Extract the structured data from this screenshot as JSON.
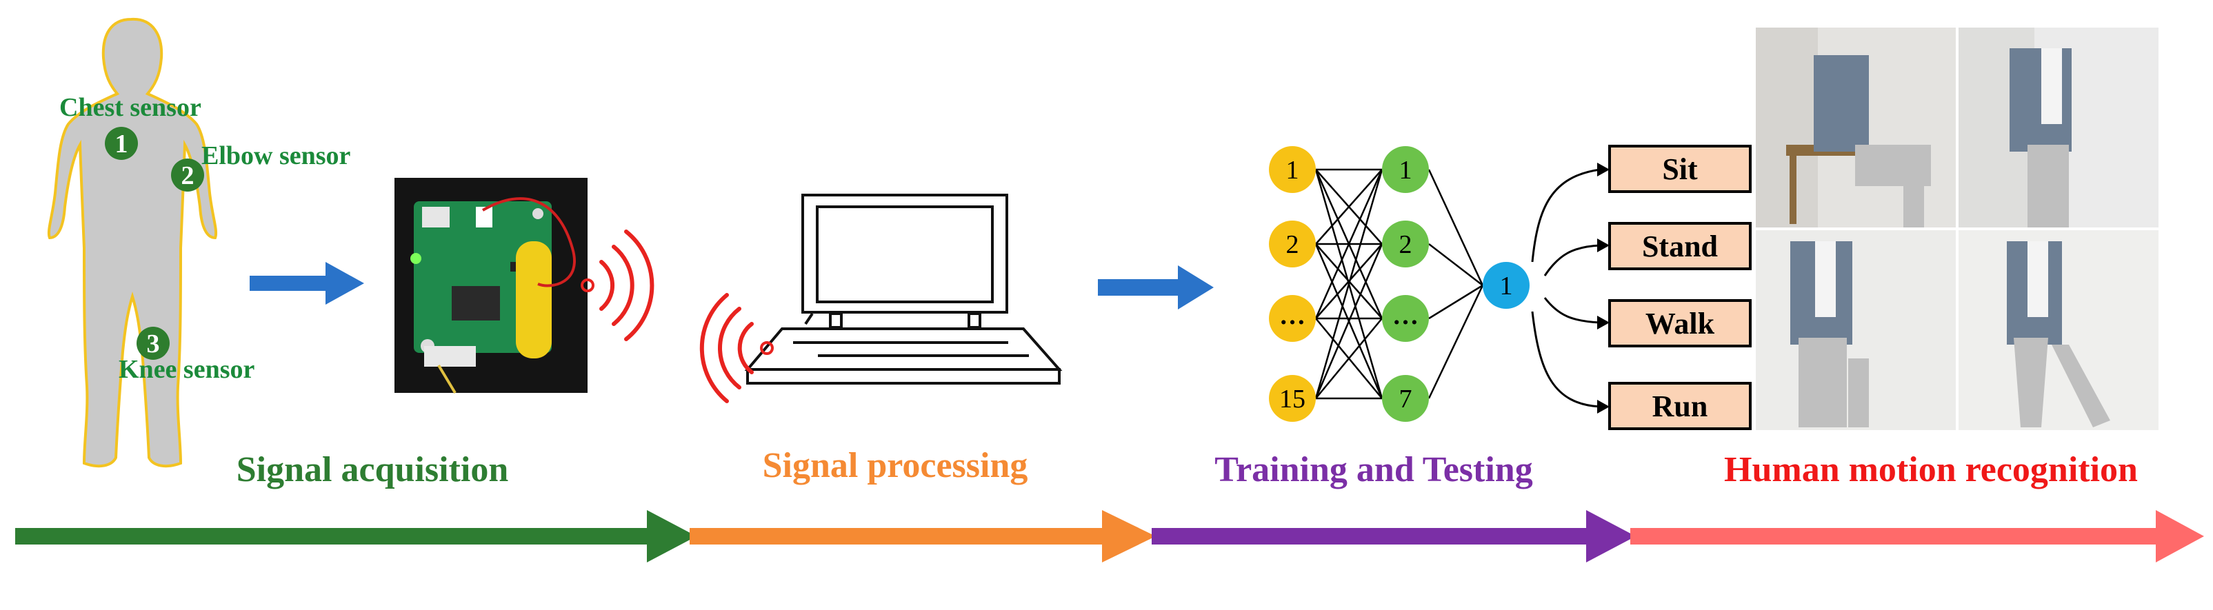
{
  "sensors": {
    "chest": {
      "label": "Chest sensor",
      "number": "1"
    },
    "elbow": {
      "label": "Elbow sensor",
      "number": "2"
    },
    "knee": {
      "label": "Knee sensor",
      "number": "3"
    }
  },
  "network": {
    "input_nodes": [
      "1",
      "2",
      "…",
      "15"
    ],
    "hidden_nodes": [
      "1",
      "2",
      "…",
      "7"
    ],
    "output_nodes": [
      "1"
    ]
  },
  "classes": [
    "Sit",
    "Stand",
    "Walk",
    "Run"
  ],
  "stages": [
    {
      "label": "Signal acquisition",
      "color": "#2e7d32"
    },
    {
      "label": "Signal processing",
      "color": "#f58a33"
    },
    {
      "label": "Training and Testing",
      "color": "#7b2fa6"
    },
    {
      "label": "Human motion recognition",
      "color": "#f01818"
    }
  ],
  "colors": {
    "sensor_text": "#1b8a3a",
    "sensor_dot": "#2e7d2e",
    "arrow_blue": "#2a73c9",
    "wifi_red": "#e8231f",
    "node_input": "#f7c215",
    "node_hidden": "#6cc24a",
    "node_output": "#1aa7e3",
    "class_box_fill": "#fbd3b6",
    "silhouette": "#c9c9c9",
    "silhouette_outline": "#f3c321",
    "timeline": [
      "#2e7d32",
      "#f58a33",
      "#7b2fa6",
      "#ff6a6a"
    ]
  }
}
